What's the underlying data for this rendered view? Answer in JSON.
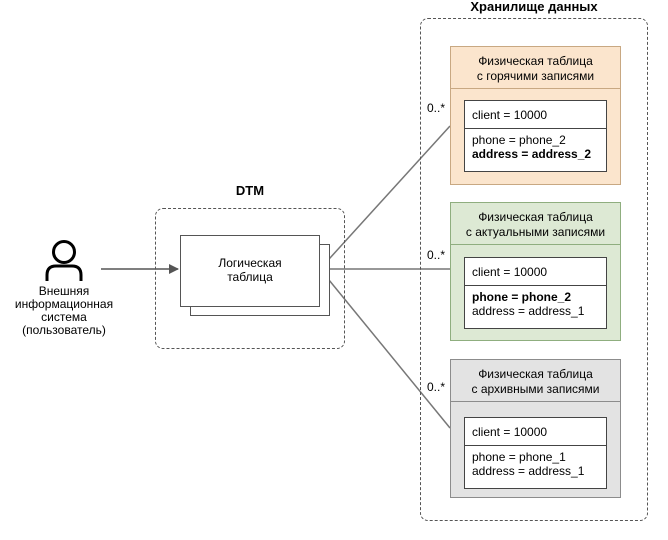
{
  "storage_title": "Хранилище данных",
  "dtm_title": "DTM",
  "actor": {
    "line1": "Внешняя",
    "line2": "информационная",
    "line3": "система",
    "line4": "(пользователь)"
  },
  "logical_table": {
    "line1": "Логическая",
    "line2": "таблица"
  },
  "tables": [
    {
      "head1": "Физическая таблица",
      "head2": "с горячими записями",
      "client": "client = 10000",
      "phone": "phone = phone_2",
      "address": "address = address_2",
      "multiplicity": "0..*",
      "fill": "#fbe5cd",
      "stroke": "#c8a882"
    },
    {
      "head1": "Физическая таблица",
      "head2": "с актуальными записями",
      "client": "client = 10000",
      "phone": "phone = phone_2",
      "address": "address = address_1",
      "multiplicity": "0..*",
      "fill": "#dde9d4",
      "stroke": "#8fae7f"
    },
    {
      "head1": "Физическая таблица",
      "head2": "с архивными записями",
      "client": "client = 10000",
      "phone": "phone = phone_1",
      "address": "address = address_1",
      "multiplicity": "0..*",
      "fill": "#e3e3e3",
      "stroke": "#8c8c8c"
    }
  ]
}
